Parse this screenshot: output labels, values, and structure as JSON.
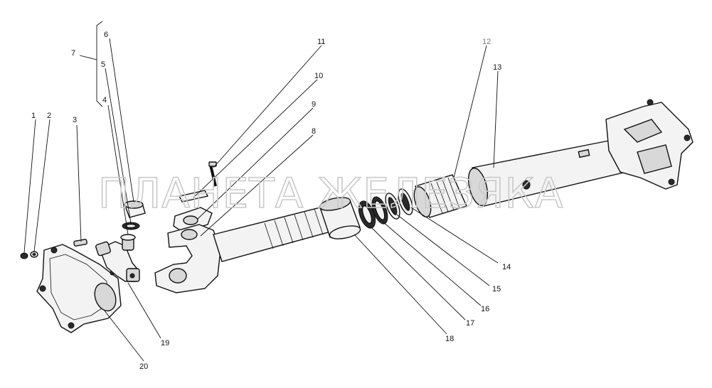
{
  "watermark": "ПЛАНЕТА ЖЕЛЕЗЯКА",
  "callouts": {
    "c1": "1",
    "c2": "2",
    "c3": "3",
    "c4": "4",
    "c5": "5",
    "c6": "6",
    "c7": "7",
    "c8": "8",
    "c9": "9",
    "c10": "10",
    "c11": "11",
    "c12": "12",
    "c13": "13",
    "c14": "14",
    "c15": "15",
    "c16": "16",
    "c17": "17",
    "c18": "18",
    "c19": "19",
    "c20": "20"
  }
}
